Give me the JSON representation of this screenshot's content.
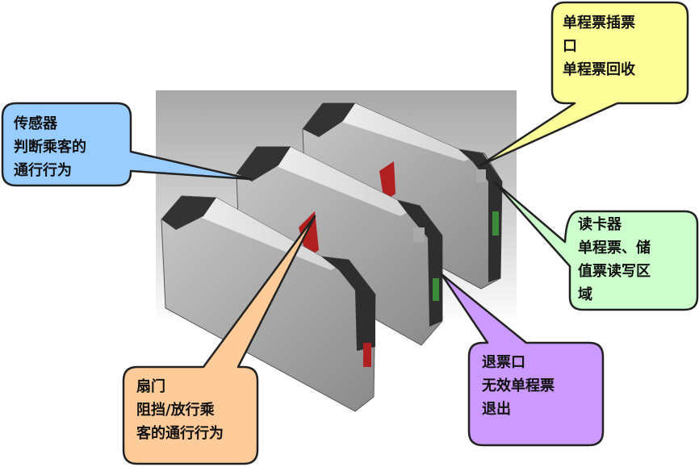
{
  "callouts": {
    "ticket_slot": {
      "lines": [
        "单程票插票",
        "口",
        "单程票回收"
      ],
      "color": "#ffff99"
    },
    "sensor": {
      "lines": [
        "传感器",
        "判断乘客的",
        "通行行为"
      ],
      "color": "#99ccff"
    },
    "card_reader": {
      "lines": [
        "读卡器",
        "单程票、储",
        "值票读写区",
        "域"
      ],
      "color": "#ccffcc"
    },
    "return_slot": {
      "lines": [
        "退票口",
        "无效单程票",
        "退出"
      ],
      "color": "#cc99ff"
    },
    "flap_door": {
      "lines": [
        "扇门",
        "阻挡/放行乘",
        "客的通行行为"
      ],
      "color": "#ffcc99"
    }
  }
}
